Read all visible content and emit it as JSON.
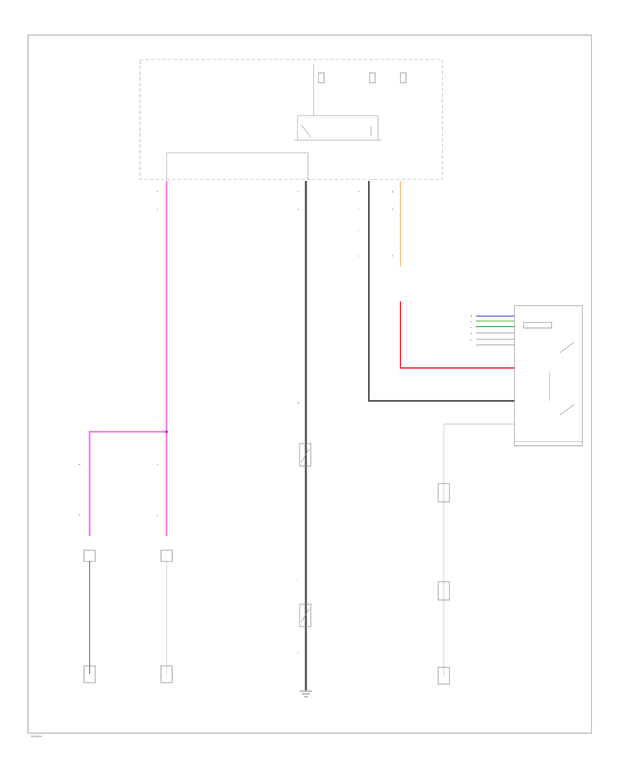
{
  "footer_code": "WD0000",
  "colors": {
    "pink": "#f07ef0",
    "black": "#4e4e4e",
    "white": "#d8d8d8",
    "orange": "#f2c28c",
    "red": "#ee3a4c",
    "blue": "#6a6ae8",
    "green": "#6fd26f",
    "dark_green": "#3e9c3e"
  },
  "pin_labels": [
    "a",
    "b",
    "c",
    "d",
    "e",
    "f",
    "g",
    "h",
    "i",
    "j",
    "k",
    "l",
    "m",
    "n",
    "o",
    "p",
    "q",
    "r",
    "s"
  ],
  "connector_rows": [
    "a",
    "b",
    "c",
    "d",
    "e"
  ]
}
